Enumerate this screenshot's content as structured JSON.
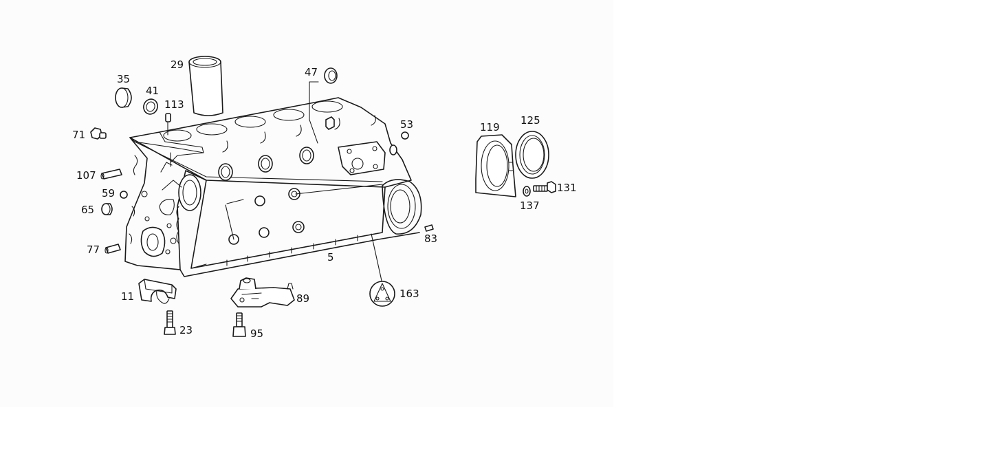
{
  "diagram": {
    "callouts": [
      "29",
      "47",
      "35",
      "41",
      "113",
      "71",
      "53",
      "107",
      "59",
      "65",
      "77",
      "83",
      "5",
      "11",
      "89",
      "163",
      "23",
      "95",
      "119",
      "125",
      "131",
      "137"
    ]
  },
  "colors": {
    "line": "#1a1a1a",
    "panel": "#fcfcfc",
    "background": "#ffffff"
  }
}
